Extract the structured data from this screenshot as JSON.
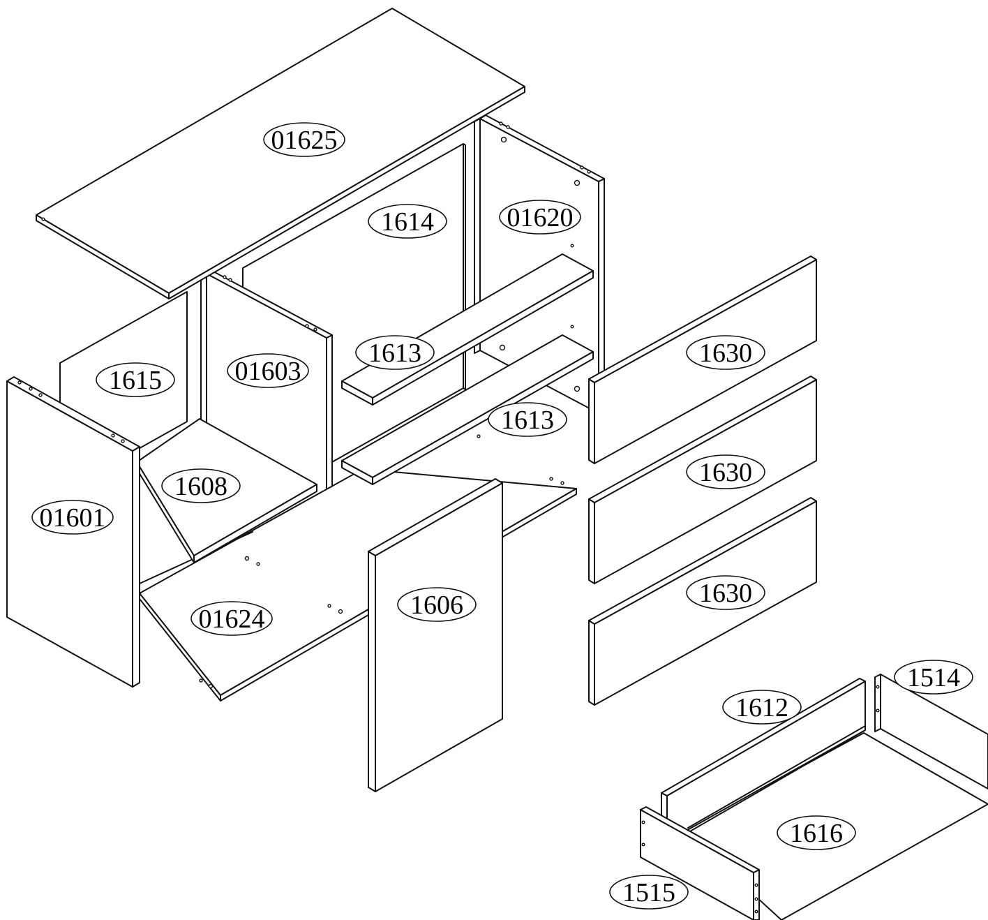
{
  "parts": {
    "top_panel": "01625",
    "back_panel": "1614",
    "right_side": "01620",
    "left_back_panel": "1615",
    "divider": "01603",
    "shelf_upper": "1613",
    "shelf_lower": "1613",
    "left_side": "01601",
    "inner_shelf": "1608",
    "bottom_panel": "01624",
    "door": "1606",
    "drawer_front_1": "1630",
    "drawer_front_2": "1630",
    "drawer_front_3": "1630",
    "drawer_side_right": "1514",
    "drawer_back": "1612",
    "drawer_bottom": "1616",
    "drawer_side_left": "1515"
  }
}
